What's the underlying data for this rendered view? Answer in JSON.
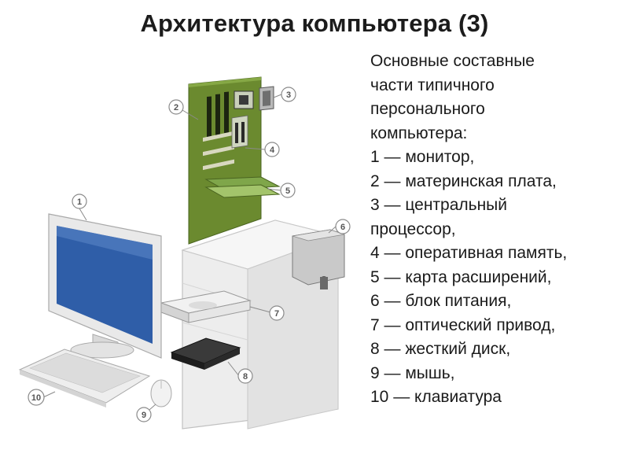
{
  "title": "Архитектура компьютера (3)",
  "intro_lines": [
    "Основные составные",
    "части типичного",
    "персонального",
    "компьютера:"
  ],
  "parts": [
    {
      "number": "1",
      "line": "1 — монитор,",
      "icon": "monitor-icon"
    },
    {
      "number": "2",
      "line": "2 — материнская плата,",
      "icon": "motherboard-icon"
    },
    {
      "number": "3",
      "line": "3 — центральный",
      "line_cont": "процессор,",
      "icon": "cpu-icon"
    },
    {
      "number": "4",
      "line": "4 — оперативная память,",
      "icon": "ram-icon"
    },
    {
      "number": "5",
      "line": "5 — карта расширений,",
      "icon": "expansion-card-icon"
    },
    {
      "number": "6",
      "line": "6 — блок питания,",
      "icon": "power-supply-icon"
    },
    {
      "number": "7",
      "line": "7 — оптический привод,",
      "icon": "optical-drive-icon"
    },
    {
      "number": "8",
      "line": "8 — жесткий диск,",
      "icon": "hard-disk-icon"
    },
    {
      "number": "9",
      "line": "9 — мышь,",
      "icon": "mouse-icon"
    },
    {
      "number": "10",
      "line": "10 — клавиатура",
      "icon": "keyboard-icon"
    }
  ],
  "colors": {
    "motherboard": "#6b8a2f",
    "screen": "#2f5ea8",
    "case": "#e6e6e6",
    "callout": "#8a8a8a"
  }
}
